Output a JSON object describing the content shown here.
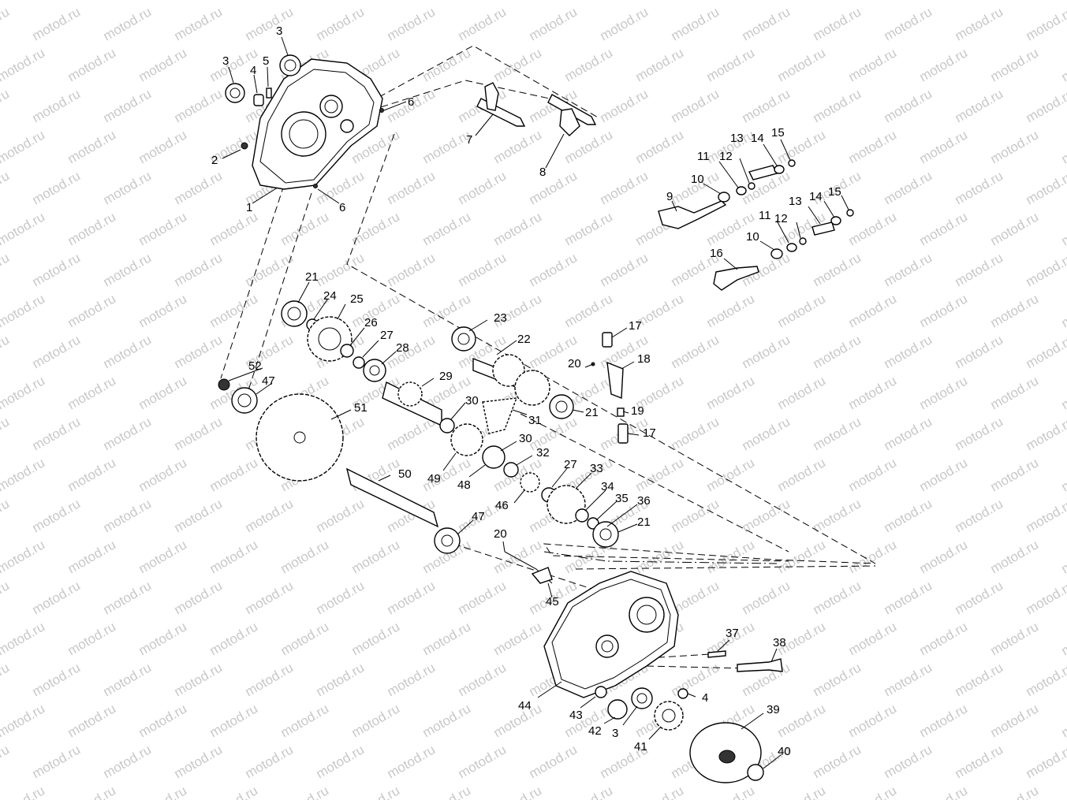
{
  "watermark": "motod.ru",
  "callouts": [
    {
      "id": "c1",
      "text": "1"
    },
    {
      "id": "c2",
      "text": "2"
    },
    {
      "id": "c3a",
      "text": "3"
    },
    {
      "id": "c3b",
      "text": "3"
    },
    {
      "id": "c4a",
      "text": "4"
    },
    {
      "id": "c5",
      "text": "5"
    },
    {
      "id": "c6a",
      "text": "6"
    },
    {
      "id": "c6b",
      "text": "6"
    },
    {
      "id": "c7",
      "text": "7"
    },
    {
      "id": "c8",
      "text": "8"
    },
    {
      "id": "c9",
      "text": "9"
    },
    {
      "id": "c10a",
      "text": "10"
    },
    {
      "id": "c11a",
      "text": "11"
    },
    {
      "id": "c12a",
      "text": "12"
    },
    {
      "id": "c13a",
      "text": "13"
    },
    {
      "id": "c14a",
      "text": "14"
    },
    {
      "id": "c15a",
      "text": "15"
    },
    {
      "id": "c10b",
      "text": "10"
    },
    {
      "id": "c11b",
      "text": "11"
    },
    {
      "id": "c12b",
      "text": "12"
    },
    {
      "id": "c13b",
      "text": "13"
    },
    {
      "id": "c14b",
      "text": "14"
    },
    {
      "id": "c15b",
      "text": "15"
    },
    {
      "id": "c16",
      "text": "16"
    },
    {
      "id": "c21a",
      "text": "21"
    },
    {
      "id": "c24",
      "text": "24"
    },
    {
      "id": "c25",
      "text": "25"
    },
    {
      "id": "c26",
      "text": "26"
    },
    {
      "id": "c27a",
      "text": "27"
    },
    {
      "id": "c28",
      "text": "28"
    },
    {
      "id": "c23",
      "text": "23"
    },
    {
      "id": "c22",
      "text": "22"
    },
    {
      "id": "c17a",
      "text": "17"
    },
    {
      "id": "c18",
      "text": "18"
    },
    {
      "id": "c20a",
      "text": "20"
    },
    {
      "id": "c19",
      "text": "19"
    },
    {
      "id": "c17b",
      "text": "17"
    },
    {
      "id": "c21b",
      "text": "21"
    },
    {
      "id": "c52",
      "text": "52"
    },
    {
      "id": "c47a",
      "text": "47"
    },
    {
      "id": "c29",
      "text": "29"
    },
    {
      "id": "c30a",
      "text": "30"
    },
    {
      "id": "c31",
      "text": "31"
    },
    {
      "id": "c51",
      "text": "51"
    },
    {
      "id": "c30b",
      "text": "30"
    },
    {
      "id": "c32",
      "text": "32"
    },
    {
      "id": "c49",
      "text": "49"
    },
    {
      "id": "c48",
      "text": "48"
    },
    {
      "id": "c50",
      "text": "50"
    },
    {
      "id": "c46",
      "text": "46"
    },
    {
      "id": "c27b",
      "text": "27"
    },
    {
      "id": "c33",
      "text": "33"
    },
    {
      "id": "c34",
      "text": "34"
    },
    {
      "id": "c35",
      "text": "35"
    },
    {
      "id": "c36",
      "text": "36"
    },
    {
      "id": "c21c",
      "text": "21"
    },
    {
      "id": "c47b",
      "text": "47"
    },
    {
      "id": "c20b",
      "text": "20"
    },
    {
      "id": "c45",
      "text": "45"
    },
    {
      "id": "c37",
      "text": "37"
    },
    {
      "id": "c38",
      "text": "38"
    },
    {
      "id": "c44",
      "text": "44"
    },
    {
      "id": "c4b",
      "text": "4"
    },
    {
      "id": "c43",
      "text": "43"
    },
    {
      "id": "c42",
      "text": "42"
    },
    {
      "id": "c3c",
      "text": "3"
    },
    {
      "id": "c39",
      "text": "39"
    },
    {
      "id": "c41",
      "text": "41"
    },
    {
      "id": "c40",
      "text": "40"
    }
  ]
}
